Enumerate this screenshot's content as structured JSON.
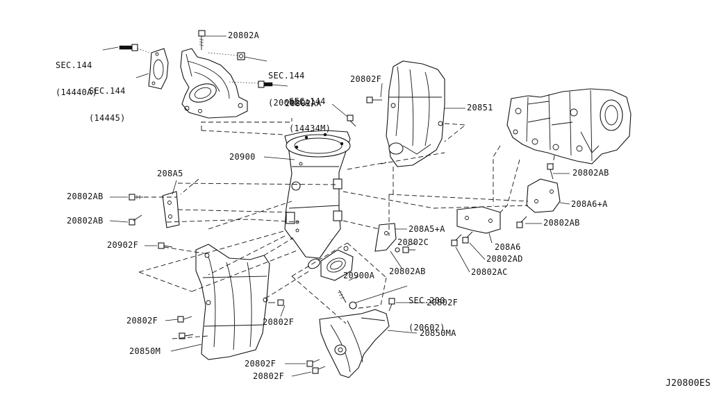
{
  "diagram": {
    "id_code": "J20800ES",
    "labels": {
      "sec144_14440a": [
        "SEC.144",
        "(14440A)"
      ],
      "sec144_14445": [
        "SEC.144",
        "(14445)"
      ],
      "p20802a": "20802A",
      "sec144_20602ca": [
        "SEC.144",
        "(20602CA)"
      ],
      "sec144_14434m": [
        "SEC.144",
        "(14434M)"
      ],
      "p20802f_top": "20802F",
      "p20802aa": "20802AA",
      "p20851": "20851",
      "p20900": "20900",
      "p208a5": "208A5",
      "p20802ab_left1": "20802AB",
      "p20802ab_left2": "20802AB",
      "p20802ab_right1": "20802AB",
      "p208a6a": "208A6+A",
      "p20802ab_right2": "20802AB",
      "p208a5a": "208A5+A",
      "p20802c": "20802C",
      "p208a6": "208A6",
      "p20802ad": "20802AD",
      "p20802ac": "20802AC",
      "p20902f": "20902F",
      "p20802ab_mid": "20802AB",
      "p20900a": "20900A",
      "sec200_20602": [
        "SEC.200",
        "(20602)"
      ],
      "p20802f_mid": "20802F",
      "p20802f_left": "20802F",
      "p20802f_center": "20802F",
      "p20850ma": "20850MA",
      "p20850m": "20850M",
      "p20802f_bot1": "20802F",
      "p20802f_bot2": "20802F"
    }
  }
}
